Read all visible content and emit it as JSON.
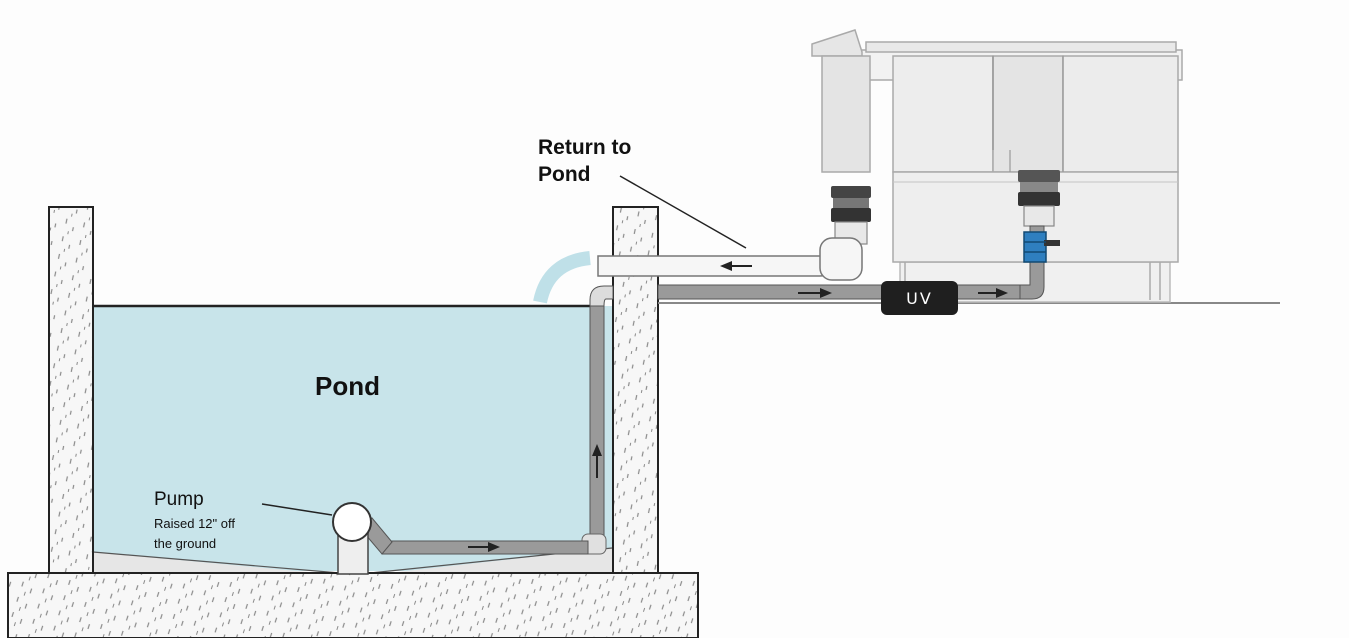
{
  "labels": {
    "return_line1": "Return to",
    "return_line2": "Pond",
    "pond": "Pond",
    "pump": "Pump",
    "pump_note_line1": "Raised 12\" off",
    "pump_note_line2": "the ground",
    "uv": "UV"
  },
  "colors": {
    "water": "#c8e4ea",
    "pipe": "#9a9a9a",
    "return_pipe": "#f6f6f6",
    "ground_hatch": "#8a8a8a",
    "uv_badge": "#1f1f1f",
    "valve": "#2f7fbf"
  }
}
